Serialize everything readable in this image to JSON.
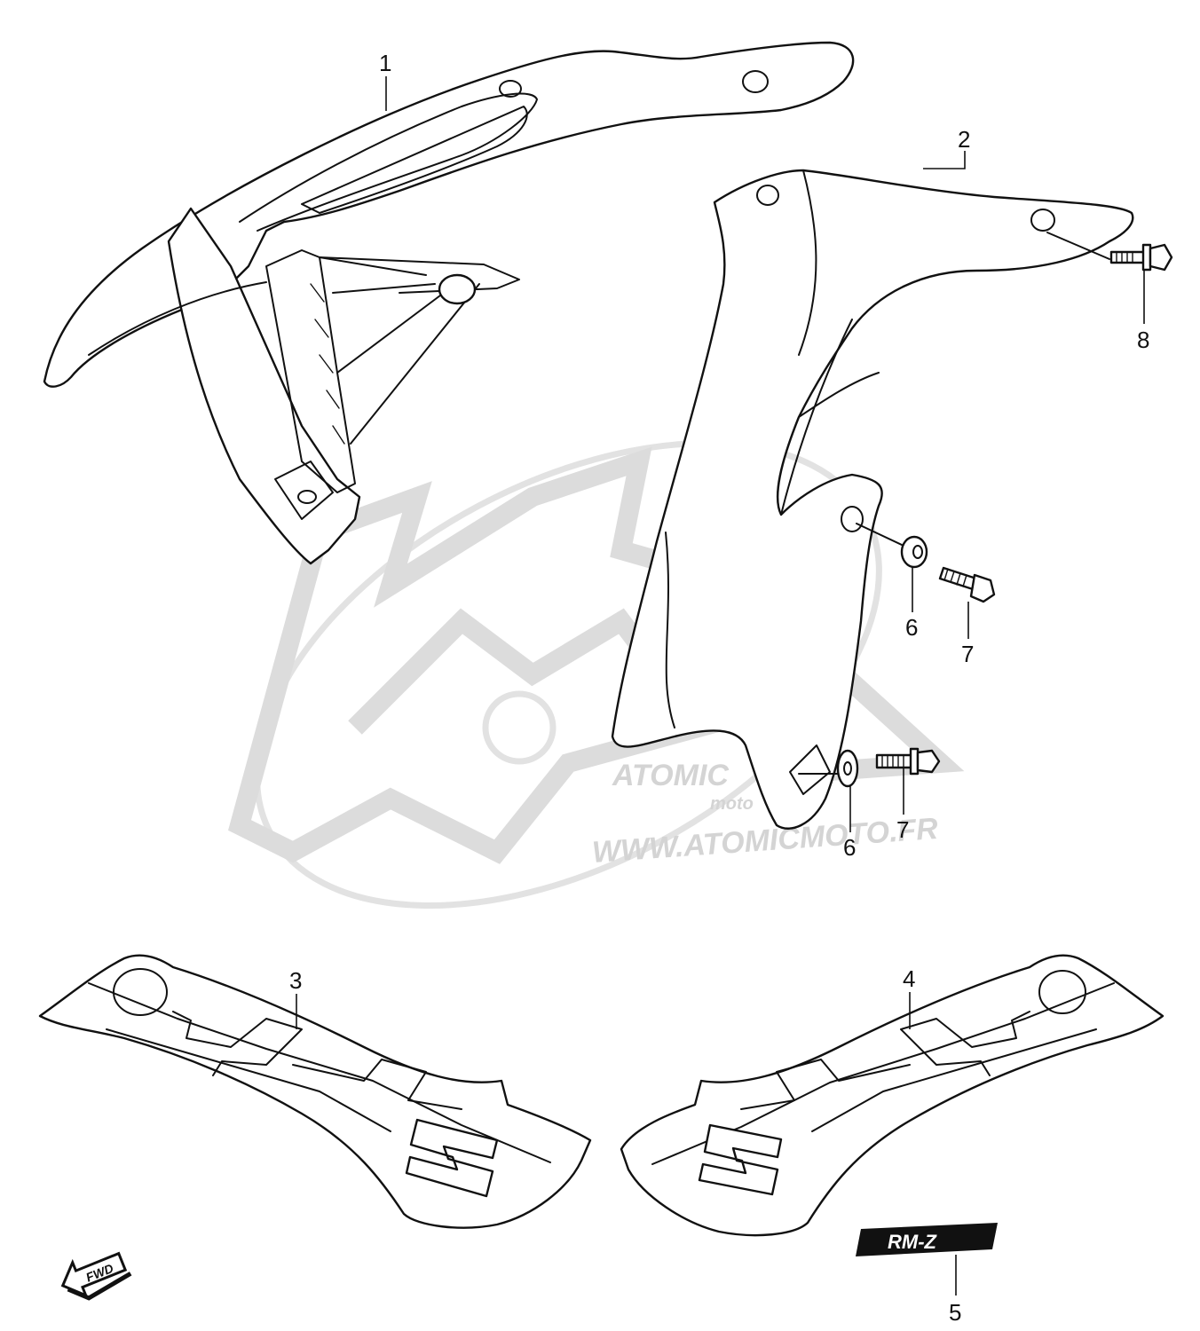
{
  "watermark": {
    "brand": "ATOMIC",
    "sub": "moto",
    "url": "WWW.ATOMICMOTO.FR",
    "color": "#d4d4d4"
  },
  "callouts": {
    "c1": "1",
    "c2": "2",
    "c3": "3",
    "c4": "4",
    "c5": "5",
    "c6a": "6",
    "c6b": "6",
    "c7a": "7",
    "c7b": "7",
    "c8": "8"
  },
  "emblem": {
    "text": "RM-Z"
  },
  "direction": {
    "label": "FWD"
  }
}
